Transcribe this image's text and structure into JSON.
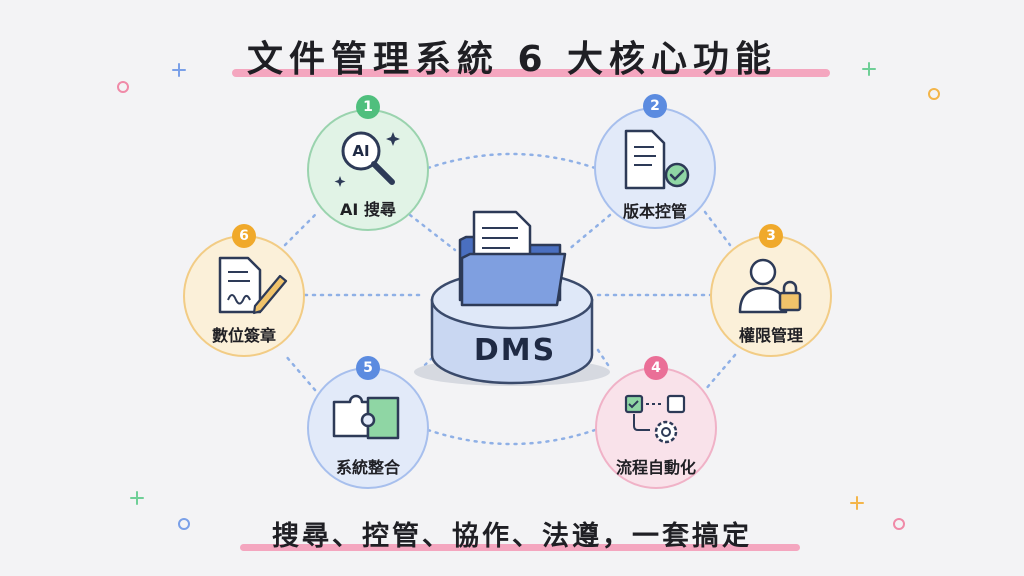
{
  "title": "文件管理系統 6 大核心功能",
  "footer": "搜尋、控管、協作、法遵，一套搞定",
  "center": {
    "label": "DMS"
  },
  "features": [
    {
      "num": "1",
      "label": "AI 搜尋",
      "icon": "ai-magnifier-icon",
      "color": "#4fbf7d",
      "fill": "#e1f3e6",
      "icon_text": "AI"
    },
    {
      "num": "2",
      "label": "版本控管",
      "icon": "document-check-icon",
      "color": "#5b8be0",
      "fill": "#e2eaf9"
    },
    {
      "num": "3",
      "label": "權限管理",
      "icon": "user-lock-icon",
      "color": "#f0a92b",
      "fill": "#fbf0d9"
    },
    {
      "num": "4",
      "label": "流程自動化",
      "icon": "workflow-gear-icon",
      "color": "#ea6f97",
      "fill": "#f9e2ea"
    },
    {
      "num": "5",
      "label": "系統整合",
      "icon": "puzzle-icon",
      "color": "#5b8be0",
      "fill": "#e2eaf9"
    },
    {
      "num": "6",
      "label": "數位簽章",
      "icon": "signature-pen-icon",
      "color": "#f0a92b",
      "fill": "#fbf0d9"
    }
  ]
}
